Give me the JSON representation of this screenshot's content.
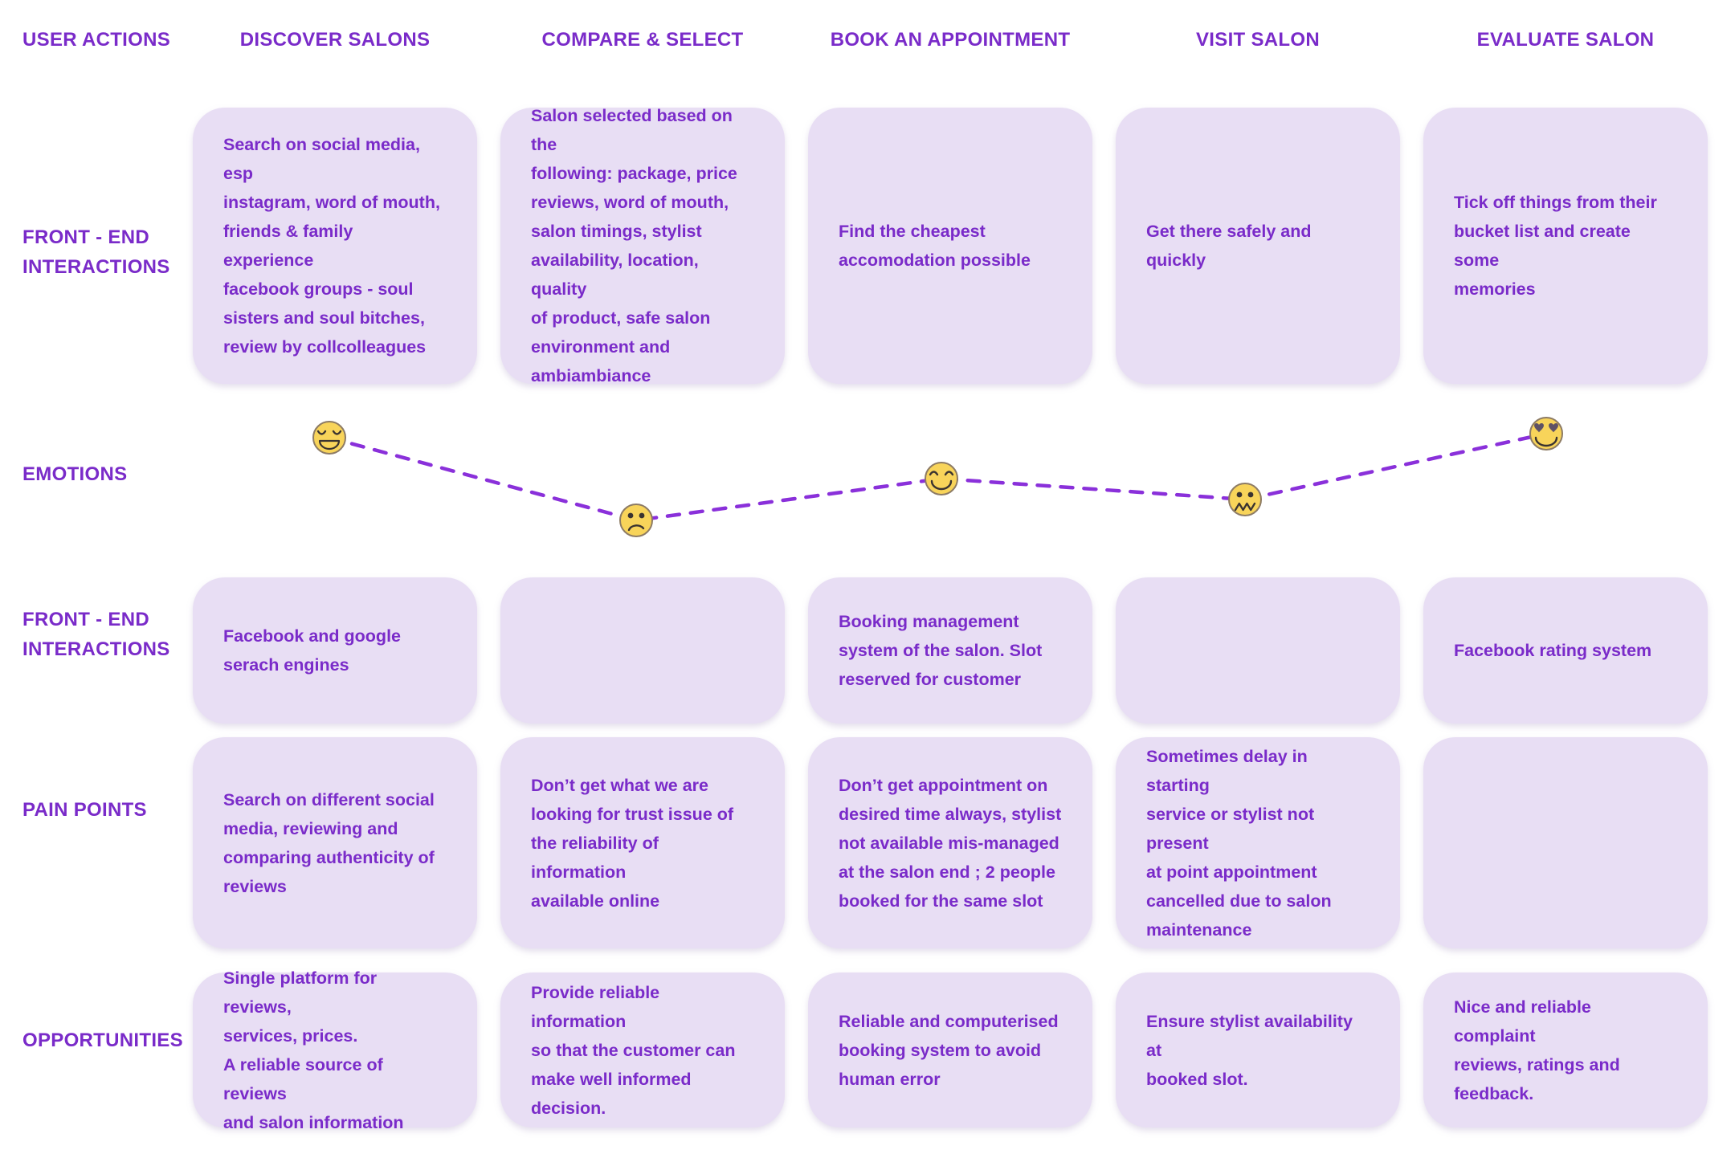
{
  "title": "Salon customer journey map",
  "colors": {
    "background": "#FFFFFF",
    "accent_text": "#7A2BC9",
    "card_fill": "#E8DEF4",
    "dashed_line": "#8A30DA",
    "emoji_face": "#F8D45A"
  },
  "header_row": {
    "label": "USER ACTIONS",
    "stages": [
      "DISCOVER SALONS",
      "COMPARE & SELECT",
      "BOOK AN APPOINTMENT",
      "VISIT SALON",
      "EVALUATE SALON"
    ]
  },
  "rows": {
    "front_end_1": {
      "label": "FRONT - END\nINTERACTIONS",
      "cells": [
        "Search on social media, esp\ninstagram, word of mouth,\nfriends & family experience\nfacebook groups - soul\nsisters and soul bitches,\nreview by collcolleagues",
        "Salon selected based on the\nfollowing: package, price\nreviews, word of mouth,\nsalon timings, stylist\navailability, location, quality\nof product, safe salon\nenvironment and\nambiambiance",
        "Find the cheapest\naccomodation possible",
        "Get there safely and quickly",
        "Tick off things from their\nbucket list and create some\nmemories"
      ]
    },
    "emotions": {
      "label": "EMOTIONS",
      "points": [
        {
          "stage": "DISCOVER SALONS",
          "emoji": "grinning-face-with-smiling-eyes",
          "level": "high"
        },
        {
          "stage": "COMPARE & SELECT",
          "emoji": "confused-face",
          "level": "low"
        },
        {
          "stage": "BOOK AN APPOINTMENT",
          "emoji": "smiling-face-closed-eyes",
          "level": "medium"
        },
        {
          "stage": "VISIT SALON",
          "emoji": "confounded-face",
          "level": "low"
        },
        {
          "stage": "EVALUATE SALON",
          "emoji": "heart-eyes-face",
          "level": "high"
        }
      ]
    },
    "front_end_2": {
      "label": "FRONT - END\nINTERACTIONS",
      "cells": [
        "Facebook and google\nserach engines",
        "",
        "Booking management\nsystem of the salon. Slot\nreserved for customer",
        "",
        "Facebook rating system"
      ]
    },
    "pain_points": {
      "label": "PAIN POINTS",
      "cells": [
        "Search on different social\nmedia, reviewing and\ncomparing authenticity of\nreviews",
        "Don’t get what we are\nlooking for trust issue of\nthe reliability of information\navailable online",
        "Don’t get appointment on\ndesired time always, stylist\nnot available mis-managed\nat the salon end ; 2 people\nbooked for the same slot",
        "Sometimes delay in starting\nservice or stylist not\npresent\nat point appointment\ncancelled due to salon\nmaintenance",
        ""
      ]
    },
    "opportunities": {
      "label": "OPPORTUNITIES",
      "cells": [
        "Single platform for reviews,\nservices, prices.\nA reliable source of reviews\nand salon information",
        "Provide reliable information\nso that the customer can\nmake well informed\ndecision.",
        "Reliable and computerised\nbooking system to avoid\nhuman error",
        "Ensure stylist availability at\nbooked slot.",
        "Nice and reliable complaint\nreviews, ratings and\nfeedback."
      ]
    }
  }
}
